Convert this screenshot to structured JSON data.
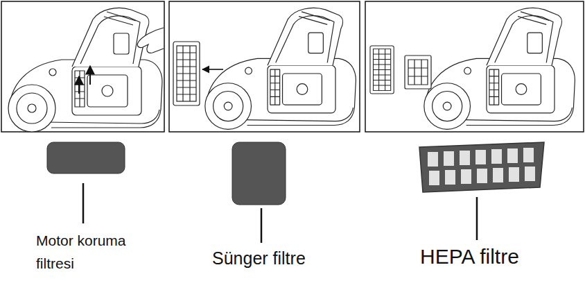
{
  "diagram": {
    "labels": [
      "Motor koruma filtresi",
      "Sünger filtre",
      "HEPA filtre"
    ]
  }
}
